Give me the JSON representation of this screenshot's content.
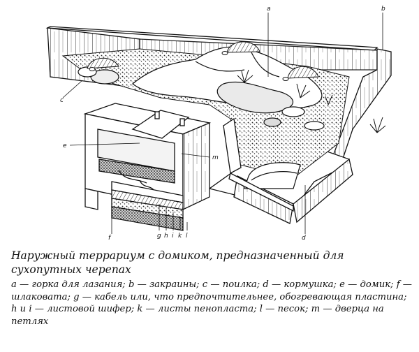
{
  "figure": {
    "labels": [
      "a",
      "b",
      "c",
      "d",
      "e",
      "f",
      "g",
      "h",
      "i",
      "k",
      "l",
      "m"
    ]
  },
  "caption": {
    "title": "Наружный террариум с домиком, предназначенный для сухопутных черепах",
    "legend": "a — горка для лазания; b — закраины; c — поилка; d — кормушка; e — домик; f — шлаковата; g — кабель или, что предпочтительнее, обогревающая пластина; h и i — листовой шифер; k — листы пенопласта; l — песок; m — дверца на петлях"
  }
}
